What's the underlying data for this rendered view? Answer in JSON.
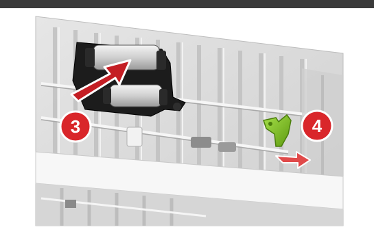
{
  "steps": [
    {
      "number": "3",
      "action": "insert-roller"
    },
    {
      "number": "4",
      "action": "lock-latch"
    }
  ],
  "colors": {
    "callout": "#d9262a",
    "arrow": "#c41e24",
    "latch": "#7fc21d",
    "panel": "#dcdcdc",
    "top_bar": "#3a3a3a"
  }
}
